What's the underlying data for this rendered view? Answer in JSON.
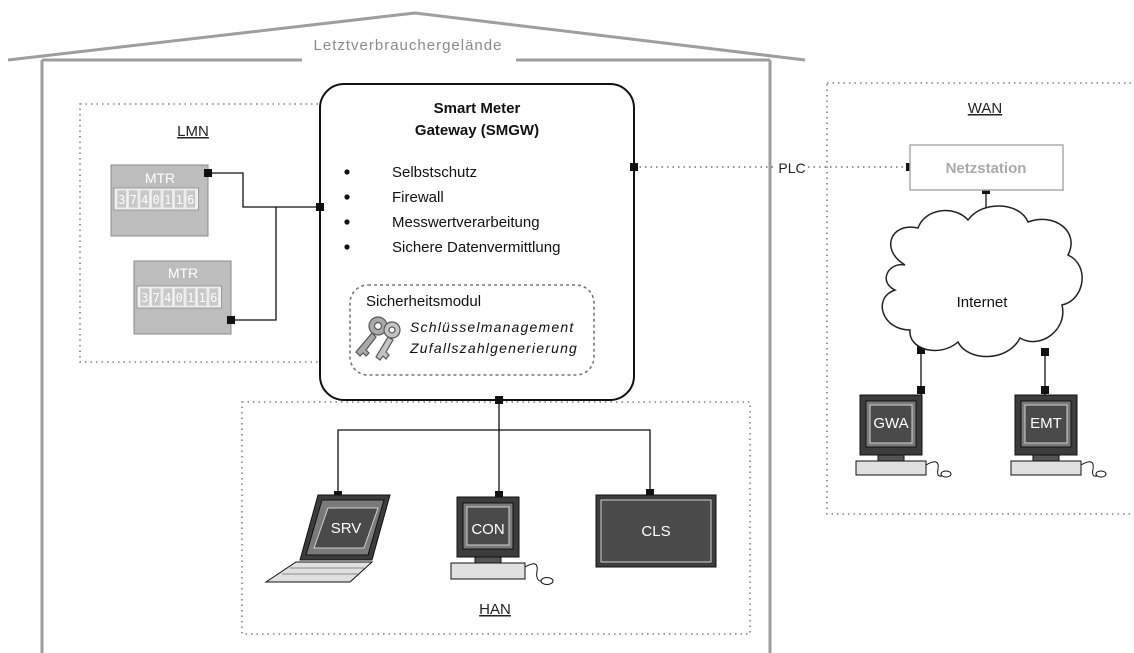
{
  "building": {
    "label": "Letztverbrauchergelände"
  },
  "lmn": {
    "label": "LMN",
    "meters": [
      {
        "label": "MTR",
        "digits": [
          "3",
          "7",
          "4",
          "0",
          "1",
          "1",
          "6"
        ]
      },
      {
        "label": "MTR",
        "digits": [
          "3",
          "7",
          "4",
          "0",
          "1",
          "1",
          "6"
        ]
      }
    ]
  },
  "smgw": {
    "title_line1": "Smart Meter",
    "title_line2": "Gateway (SMGW)",
    "features": [
      "Selbstschutz",
      "Firewall",
      "Messwertverarbeitung",
      "Sichere Datenvermittlung"
    ],
    "security_module": {
      "title": "Sicherheitsmodul",
      "items": [
        "Schlüsselmanagement",
        "Zufallszahlgenerierung"
      ]
    }
  },
  "wan": {
    "label": "WAN",
    "link_label": "PLC",
    "station": "Netzstation",
    "cloud": "Internet",
    "terminals": [
      "GWA",
      "EMT"
    ]
  },
  "han": {
    "label": "HAN",
    "devices": [
      "SRV",
      "CON",
      "CLS"
    ]
  },
  "icons": [
    "house-outline",
    "meter-icon",
    "key-icon",
    "cloud-icon",
    "laptop-icon",
    "computer-icon",
    "display-icon"
  ]
}
